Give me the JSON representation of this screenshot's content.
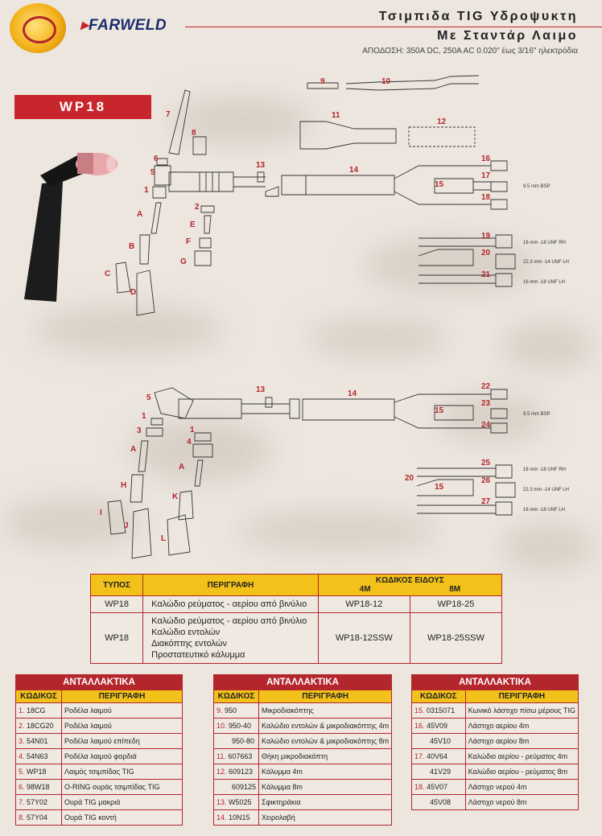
{
  "header": {
    "brand": "FARWELD",
    "title_line1": "Τσιμπιδα TIG Υδροψυκτη",
    "title_line2": "Με Σταντάρ Λαιμο",
    "rating": "ΑΠΟΔΟΣΗ: 350A DC, 250A AC 0.020\" έως 3/16\" ηλεκτρόδια",
    "model": "WP18"
  },
  "diagram": {
    "top_labels": [
      "9",
      "10",
      "11",
      "12",
      "7",
      "8",
      "6",
      "5",
      "1",
      "13",
      "14",
      "15",
      "16",
      "17",
      "18",
      "2",
      "A",
      "E",
      "B",
      "F",
      "G",
      "C",
      "D",
      "19",
      "20",
      "21"
    ],
    "bottom_labels": [
      "5",
      "1",
      "3",
      "13",
      "14",
      "15",
      "22",
      "23",
      "24",
      "A",
      "1",
      "4",
      "A",
      "H",
      "K",
      "I",
      "J",
      "L",
      "20",
      "15",
      "25",
      "26",
      "27"
    ],
    "specs": {
      "bsp": "9.5 mm BSP",
      "rh": "16 mm -18 UNF RH",
      "unf14": "22.3 mm -14 UNF LH",
      "lh": "16 mm -18 UNF LH"
    }
  },
  "main_table": {
    "headers": {
      "type": "ΤΥΠΟΣ",
      "description": "ΠΕΡΙΓΡΑΦΗ",
      "code": "ΚΩΔΙΚΟΣ ΕΙΔΟΥΣ",
      "len4": "4M",
      "len8": "8M"
    },
    "rows": [
      {
        "type": "WP18",
        "lines": [
          "Καλώδιο ρεύματος - αερίου από βινύλιο"
        ],
        "c4": "WP18-12",
        "c8": "WP18-25"
      },
      {
        "type": "WP18",
        "lines": [
          "Καλώδιο ρεύματος - αερίου από βινύλιο",
          "Καλώδιο εντολών",
          "Διακόπτης εντολών",
          "Προστατευτικό κάλυμμα"
        ],
        "c4": "WP18-12SSW",
        "c8": "WP18-25SSW"
      }
    ]
  },
  "spare_parts": {
    "title": "ΑΝΤΑΛΛΑΚΤΙΚΑ",
    "col_code": "ΚΩΔΙΚΟΣ",
    "col_desc": "ΠΕΡΙΓΡΑΦΗ",
    "tables": [
      [
        {
          "num": "1.",
          "code": "18CG",
          "desc": "Ροδέλα λαιμού"
        },
        {
          "num": "2.",
          "code": "18CG20",
          "desc": "Ροδέλα λαιμού"
        },
        {
          "num": "3.",
          "code": "54N01",
          "desc": "Ροδέλα λαιμού επίπεδη"
        },
        {
          "num": "4.",
          "code": "54N63",
          "desc": "Ροδέλα λαιμού φαρδιά"
        },
        {
          "num": "5.",
          "code": "WP18",
          "desc": "Λαιμός τσιμπίδας TIG"
        },
        {
          "num": "6.",
          "code": "98W18",
          "desc": "O-RING ουράς τσιμπίδας TIG"
        },
        {
          "num": "7.",
          "code": "57Y02",
          "desc": "Ουρά TIG μακριά"
        },
        {
          "num": "8.",
          "code": "57Y04",
          "desc": "Ουρά TIG κοντή"
        }
      ],
      [
        {
          "num": "9.",
          "code": "950",
          "desc": "Μικροδιακόπτης"
        },
        {
          "num": "10.",
          "code": "950-40",
          "desc": "Καλώδιο εντολών & μικροδιακόπτης 4m"
        },
        {
          "num": "",
          "code": "950-80",
          "desc": "Καλώδιο εντολών & μικροδιακόπτης 8m"
        },
        {
          "num": "11.",
          "code": "607663",
          "desc": "Θήκη μικροδιακόπτη"
        },
        {
          "num": "12.",
          "code": "609123",
          "desc": "Κάλυμμα 4m"
        },
        {
          "num": "",
          "code": "609125",
          "desc": "Κάλυμμα 8m"
        },
        {
          "num": "13.",
          "code": "W5025",
          "desc": "Σφικτηράκια"
        },
        {
          "num": "14.",
          "code": "10N15",
          "desc": "Χειρολαβή"
        }
      ],
      [
        {
          "num": "15.",
          "code": "0315071",
          "desc": "Κωνικό λάστιχο πίσω μέρους TIG"
        },
        {
          "num": "16.",
          "code": "45V09",
          "desc": "Λάστιχο αερίου 4m"
        },
        {
          "num": "",
          "code": "45V10",
          "desc": "Λάστιχο αερίου 8m"
        },
        {
          "num": "17.",
          "code": "40V64",
          "desc": "Καλώδιο αερίου - ρεύματος 4m"
        },
        {
          "num": "",
          "code": "41V29",
          "desc": "Καλώδιο αερίου - ρεύματος 8m"
        },
        {
          "num": "18.",
          "code": "45V07",
          "desc": "Λάστιχο νερού 4m"
        },
        {
          "num": "",
          "code": "45V08",
          "desc": "Λάστιχο νερού 8m"
        }
      ]
    ]
  },
  "colors": {
    "accent": "#b3262c",
    "header_yellow": "#f2c21a",
    "background": "#ece6df"
  }
}
